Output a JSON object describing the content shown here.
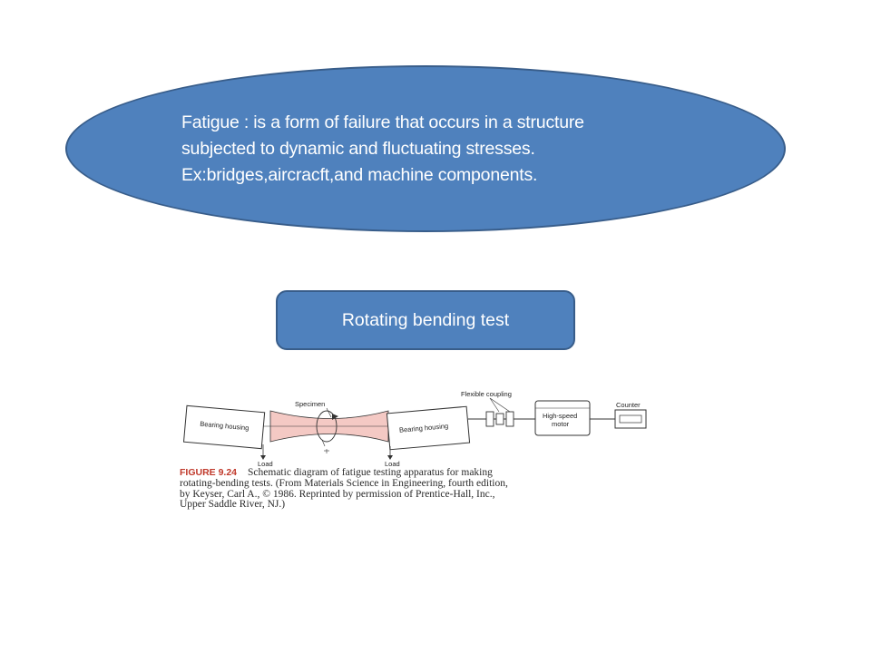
{
  "definition": {
    "lines": [
      "Fatigue : is a form of failure that occurs in a structure",
      "subjected to dynamic and fluctuating stresses.",
      "Ex:bridges,aircracft,and machine components."
    ]
  },
  "test_box": {
    "label": "Rotating bending test"
  },
  "figure": {
    "labels": {
      "specimen": "Specimen",
      "flexible_coupling": "Flexible coupling",
      "counter": "Counter",
      "bearing_housing_left": "Bearing housing",
      "bearing_housing_right": "Bearing housing",
      "motor_line1": "High-speed",
      "motor_line2": "motor",
      "load_left": "Load",
      "load_right": "Load"
    },
    "caption": {
      "number": "FIGURE 9.24",
      "line1": "Schematic diagram of fatigue testing apparatus for making",
      "line2": "rotating-bending tests. (From Materials Science in Engineering, fourth edition,",
      "line3": "by Keyser, Carl A., © 1986. Reprinted by permission of Prentice-Hall, Inc.,",
      "line4": "Upper Saddle River, NJ.)"
    },
    "colors": {
      "specimen_fill": "#f4c9c4",
      "line": "#333333",
      "figure_number": "#c0392b"
    }
  }
}
